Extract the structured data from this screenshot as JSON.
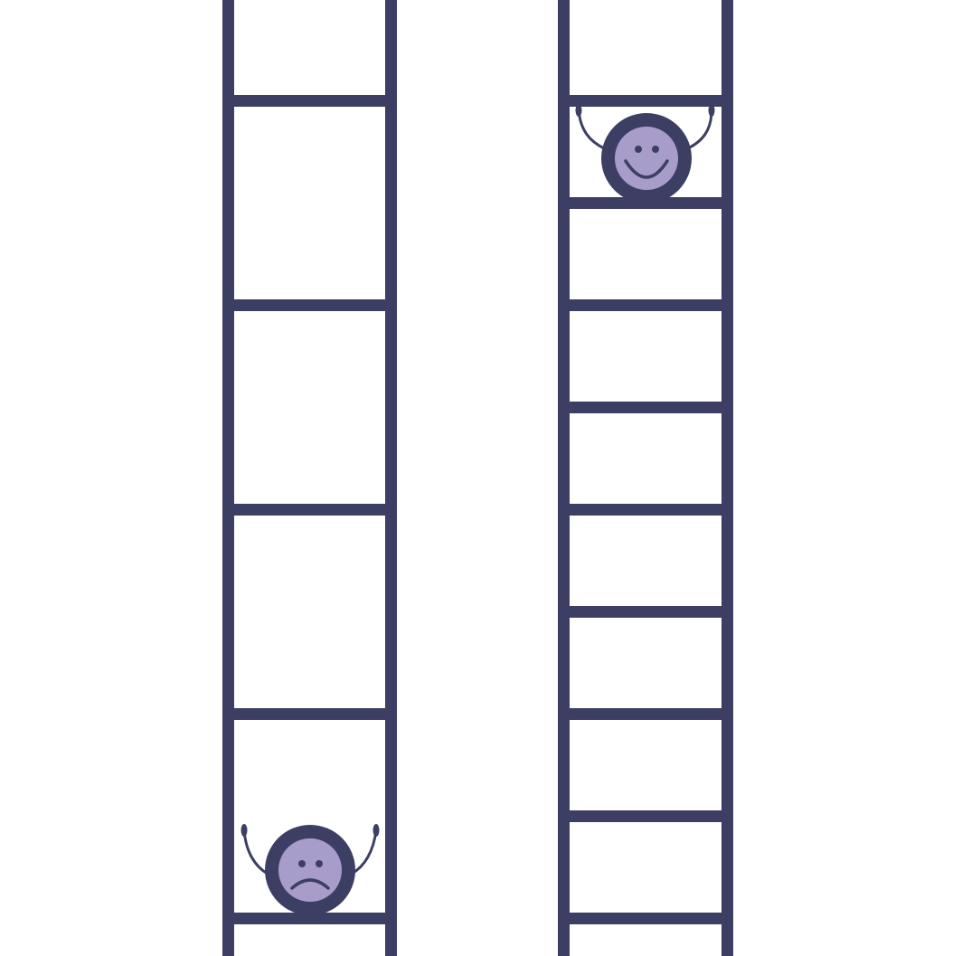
{
  "colors": {
    "background": "#ffffff",
    "ladder": "#3c3f63",
    "face_fill": "#a89ccb",
    "face_outline": "#3c3f63"
  },
  "ladders": [
    {
      "id": "left",
      "rungs": 5,
      "character": {
        "mood": "sad",
        "icon": "sad-face-icon",
        "position": "bottom"
      }
    },
    {
      "id": "right",
      "rungs": 9,
      "character": {
        "mood": "happy",
        "icon": "happy-face-icon",
        "position": "top"
      }
    }
  ]
}
